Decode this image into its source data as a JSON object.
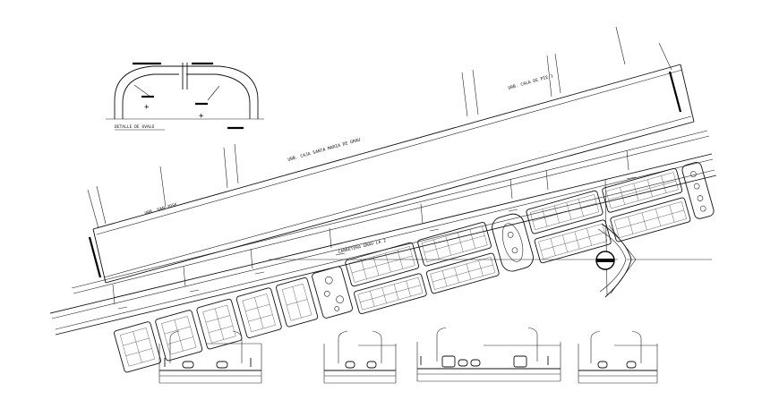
{
  "labels": {
    "detail_caption": "DETALLE DE OVALO",
    "street_top_left": "URB. CAJA SANTA MARIA DE GRAU",
    "street_top_right": "URB. CALA DE PIE 1",
    "street_left": "URB. SAN JOSE",
    "street_main": "CARRETERA GRAU LA 2"
  },
  "colors": {
    "line": "#111111",
    "background": "#ffffff"
  },
  "icons": {
    "north": "north-arrow-icon"
  }
}
